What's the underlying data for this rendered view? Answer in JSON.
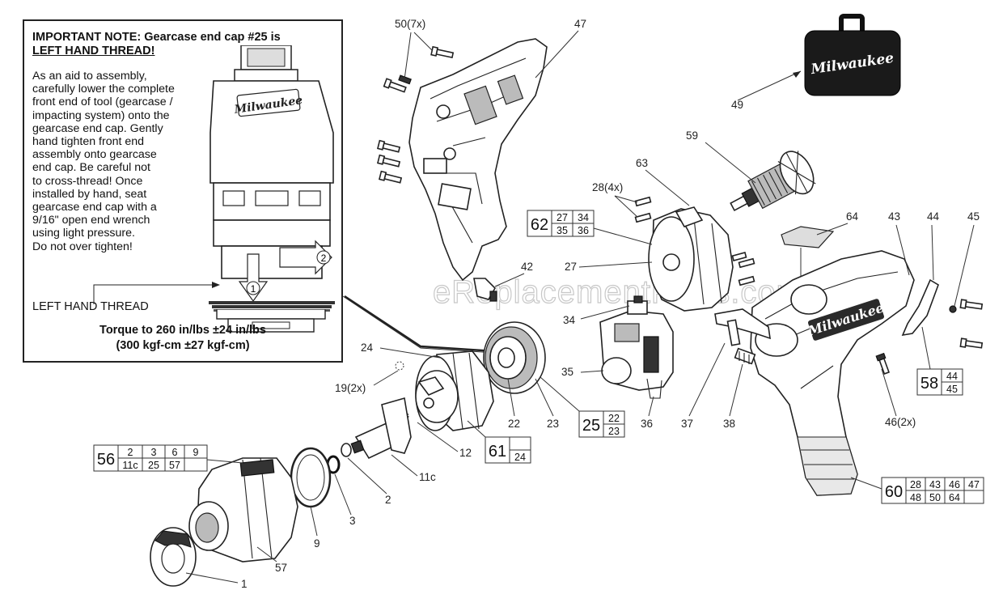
{
  "note": {
    "heading": "IMPORTANT NOTE: Gearcase end cap #25 is",
    "heading_underlined": "LEFT HAND THREAD!",
    "body_lines": [
      "As an aid to assembly,",
      "carefully lower the complete",
      "front end of tool (gearcase /",
      "impacting system) onto the",
      "gearcase end cap. Gently",
      "hand tighten front end",
      "assembly onto gearcase",
      "end cap. Be careful not",
      "to cross-thread! Once",
      "installed by hand, seat",
      "gearcase end cap with a",
      "9/16\" open end wrench",
      "using light pressure.",
      "Do not over tighten!"
    ],
    "thread_label": "LEFT HAND THREAD",
    "torque_line1": "Torque to 260 in/lbs ±24 in/lbs",
    "torque_line2": "(300 kgf-cm ±27 kgf-cm)",
    "step1": "1",
    "step2": "2",
    "brand_on_tool": "Milwaukee"
  },
  "watermark": "eReplacementParts.com",
  "case_brand": "Milwaukee",
  "housing_brand": "Milwaukee",
  "callouts": {
    "p1": "1",
    "p2": "2",
    "p3": "3",
    "p9": "9",
    "p11c": "11c",
    "p12": "12",
    "p19": "19(2x)",
    "p22": "22",
    "p23": "23",
    "p24": "24",
    "p27": "27",
    "p28": "28(4x)",
    "p34": "34",
    "p35": "35",
    "p36": "36",
    "p37": "37",
    "p38": "38",
    "p42": "42",
    "p43": "43",
    "p44": "44",
    "p45": "45",
    "p46": "46(2x)",
    "p47": "47",
    "p49": "49",
    "p50": "50(7x)",
    "p57": "57",
    "p59": "59",
    "p63": "63",
    "p64": "64"
  },
  "kits": {
    "k56": {
      "number": "56",
      "items": [
        "2",
        "3",
        "6",
        "9",
        "11c",
        "25",
        "57"
      ]
    },
    "k62": {
      "number": "62",
      "items": [
        "27",
        "34",
        "35",
        "36"
      ]
    },
    "k25": {
      "number": "25",
      "items": [
        "22",
        "23"
      ]
    },
    "k61": {
      "number": "61",
      "items": [
        "",
        "24"
      ]
    },
    "k58": {
      "number": "58",
      "items": [
        "44",
        "45"
      ]
    },
    "k60": {
      "number": "60",
      "items": [
        "28",
        "43",
        "46",
        "47",
        "48",
        "50",
        "64"
      ]
    }
  },
  "colors": {
    "line": "#222222",
    "watermark": "#c8c8c8",
    "background": "#ffffff"
  }
}
